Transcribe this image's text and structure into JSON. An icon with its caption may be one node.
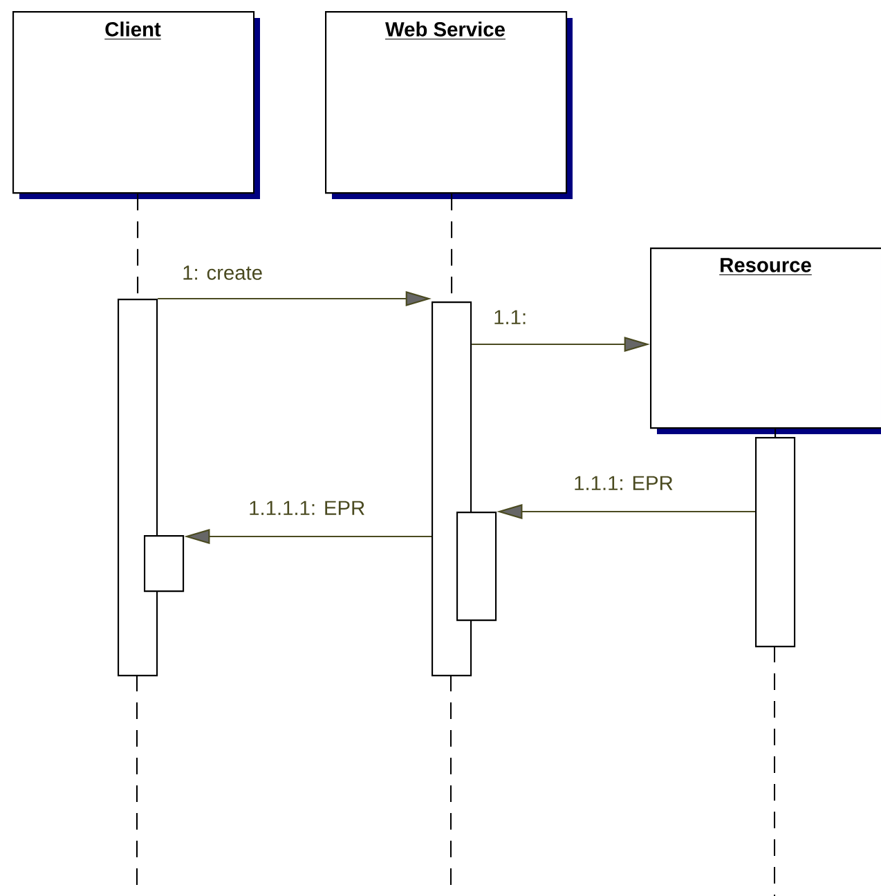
{
  "diagram": {
    "nodes": [
      {
        "text": [
          "Client"
        ]
      },
      {
        "text": [
          "Web Service"
        ]
      },
      {
        "text": [
          "Resource"
        ]
      },
      {
        "text": [],
        "shape": "bar"
      },
      {
        "text": [],
        "shape": "bar"
      },
      {
        "text": [],
        "shape": "bar"
      },
      {
        "text": [],
        "shape": "bar"
      },
      {
        "text": [],
        "shape": "bar"
      }
    ],
    "edges": [
      {
        "from": 0,
        "to": 3,
        "arrow": "none",
        "style": "dashed",
        "color": "#000000"
      },
      {
        "from": 1,
        "to": 4,
        "arrow": "none",
        "style": "dashed",
        "color": "#000000"
      },
      {
        "from": 2,
        "to": 5,
        "arrow": "none",
        "style": "dashed",
        "color": "#000000"
      },
      {
        "from": 3,
        "to": 4,
        "arrow": "to",
        "label": "1: create"
      },
      {
        "from": 4,
        "to": 2,
        "arrow": "to",
        "label": "1.1:"
      },
      {
        "from": 5,
        "to": 7,
        "arrow": "to",
        "label": "1.1.1: EPR"
      },
      {
        "from": 4,
        "to": 6,
        "arrow": "to",
        "label": "1.1.1.1: EPR"
      }
    ]
  }
}
